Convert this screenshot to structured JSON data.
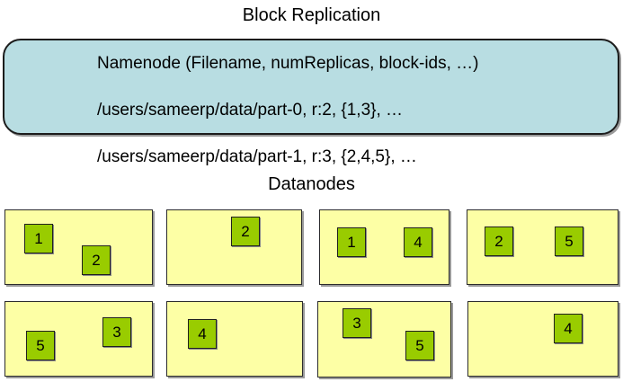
{
  "title": "Block Replication",
  "namenode": {
    "line1": "Namenode (Filename, numReplicas, block-ids, …)",
    "line2": "/users/sameerp/data/part-0, r:2, {1,3}, …",
    "line3": "/users/sameerp/data/part-1, r:3, {2,4,5}, …"
  },
  "datanodes_label": "Datanodes",
  "datanodes": [
    {
      "blocks": [
        "1",
        "2"
      ]
    },
    {
      "blocks": [
        "2"
      ]
    },
    {
      "blocks": [
        "1",
        "4"
      ]
    },
    {
      "blocks": [
        "2",
        "5"
      ]
    },
    {
      "blocks": [
        "5",
        "3"
      ]
    },
    {
      "blocks": [
        "4"
      ]
    },
    {
      "blocks": [
        "3",
        "5"
      ]
    },
    {
      "blocks": [
        "4"
      ]
    }
  ],
  "colors": {
    "namenode_fill": "#B8DDE2",
    "datanode_fill": "#FDFFA5",
    "block_fill": "#99CC00",
    "text": "#000000",
    "background": "#FFFFFF"
  }
}
